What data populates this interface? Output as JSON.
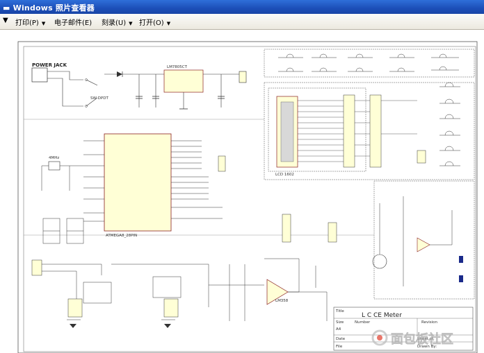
{
  "window": {
    "title": "Windows 照片查看器"
  },
  "toolbar": {
    "items": [
      {
        "label": "打印(P)"
      },
      {
        "label": "电子邮件(E)"
      },
      {
        "label": "刻录(U)"
      },
      {
        "label": "打开(O)"
      }
    ]
  },
  "schematic": {
    "blocks": {
      "power_jack": "POWER\nJACK",
      "regulator": "LM7805CT",
      "mcu": "ATMEGA8_28PIN",
      "lcd": "LCD 1602",
      "opamp": "LM358",
      "crystal": "4MHz",
      "switch": "SW DPDT"
    },
    "title_block": {
      "title_label": "Title",
      "title": "L C CE Meter",
      "size_label": "Size",
      "size": "A4",
      "number_label": "Number",
      "revision_label": "Revision",
      "date_label": "Date",
      "file_label": "File",
      "sheet_label": "Sheet of",
      "drawn_label": "Drawn By:"
    },
    "watermark": "面包板社区"
  }
}
